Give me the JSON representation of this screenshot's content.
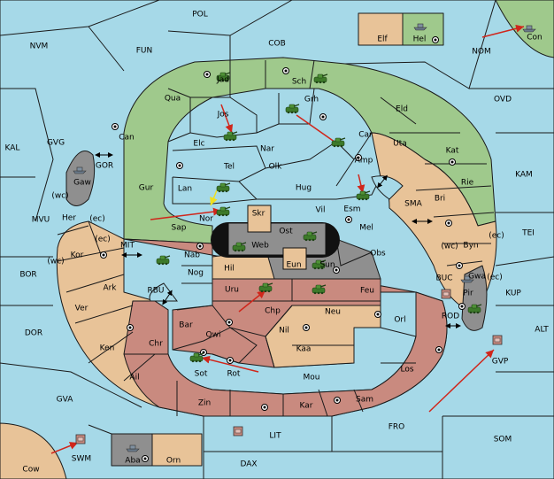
{
  "colors": {
    "sea": "#a6d9e8",
    "neutral": "#e8c398",
    "green_power": "#9fc98c",
    "red_power": "#c98a7f",
    "gray_power": "#8f8f8f",
    "arrow": "#d0261b",
    "support_arrow": "#f0e020"
  },
  "seas": {
    "POL": "POL",
    "NVM": "NVM",
    "FUN": "FUN",
    "COB": "COB",
    "NOM": "NOM",
    "OVD": "OVD",
    "KAL": "KAL",
    "GVG": "GVG",
    "GOR": "GOR",
    "KAM": "KAM",
    "MVU": "MVU",
    "SMA": "SMA",
    "TEI": "TEI",
    "MIT": "MIT",
    "BOR": "BOR",
    "KUP": "KUP",
    "RBU": "RBU",
    "BUC": "BUC",
    "DOR": "DOR",
    "ROD": "ROD",
    "ALT": "ALT",
    "GVA": "GVA",
    "FRO": "FRO",
    "SOM": "SOM",
    "LIT": "LIT",
    "DAX": "DAX",
    "GVP": "GVP",
    "SWM": "SWM"
  },
  "provinces": {
    "Jad": "Jad",
    "Sch": "Sch",
    "Qua": "Qua",
    "Grh": "Grh",
    "Eld": "Eld",
    "Jos": "Jos",
    "Can": "Can",
    "Car": "Car",
    "Uta": "Uta",
    "Elc": "Elc",
    "Nar": "Nar",
    "Tel": "Tel",
    "Olk": "Olk",
    "Amp": "Amp",
    "Kat": "Kat",
    "Gaw": "Gaw",
    "Gur": "Gur",
    "Lan": "Lan",
    "Hug": "Hug",
    "Esm": "Esm",
    "Rie": "Rie",
    "Bri": "Bri",
    "Her": "Her",
    "Nor": "Nor",
    "Sap": "Sap",
    "Skr": "Skr",
    "Vil": "Vil",
    "Ost": "Ost",
    "Mel": "Mel",
    "Web": "Web",
    "Kor": "Kor",
    "Nab": "Nab",
    "Eun": "Eun",
    "Sun": "Sun",
    "Obs": "Obs",
    "Byn": "Byn",
    "Hil": "Hil",
    "Gwa": "Gwa",
    "Nog": "Nog",
    "Ark": "Ark",
    "Uru": "Uru",
    "Feu": "Feu",
    "Pir": "Pir",
    "Ver": "Ver",
    "Chp": "Chp",
    "Neu": "Neu",
    "Orl": "Orl",
    "Bar": "Bar",
    "Qwi": "Qwi",
    "Nil": "Nil",
    "Ken": "Ken",
    "Chr": "Chr",
    "Kaa": "Kaa",
    "Los": "Los",
    "Sot": "Sot",
    "Rot": "Rot",
    "Ail": "Ail",
    "Mou": "Mou",
    "Zin": "Zin",
    "Kar": "Kar",
    "Sam": "Sam",
    "Elf": "Elf",
    "Hel": "Hel",
    "Con": "Con",
    "Cow": "Cow",
    "Aba": "Aba",
    "Orn": "Orn"
  },
  "coast_labels": {
    "wc": "(wc)",
    "ec": "(ec)"
  }
}
